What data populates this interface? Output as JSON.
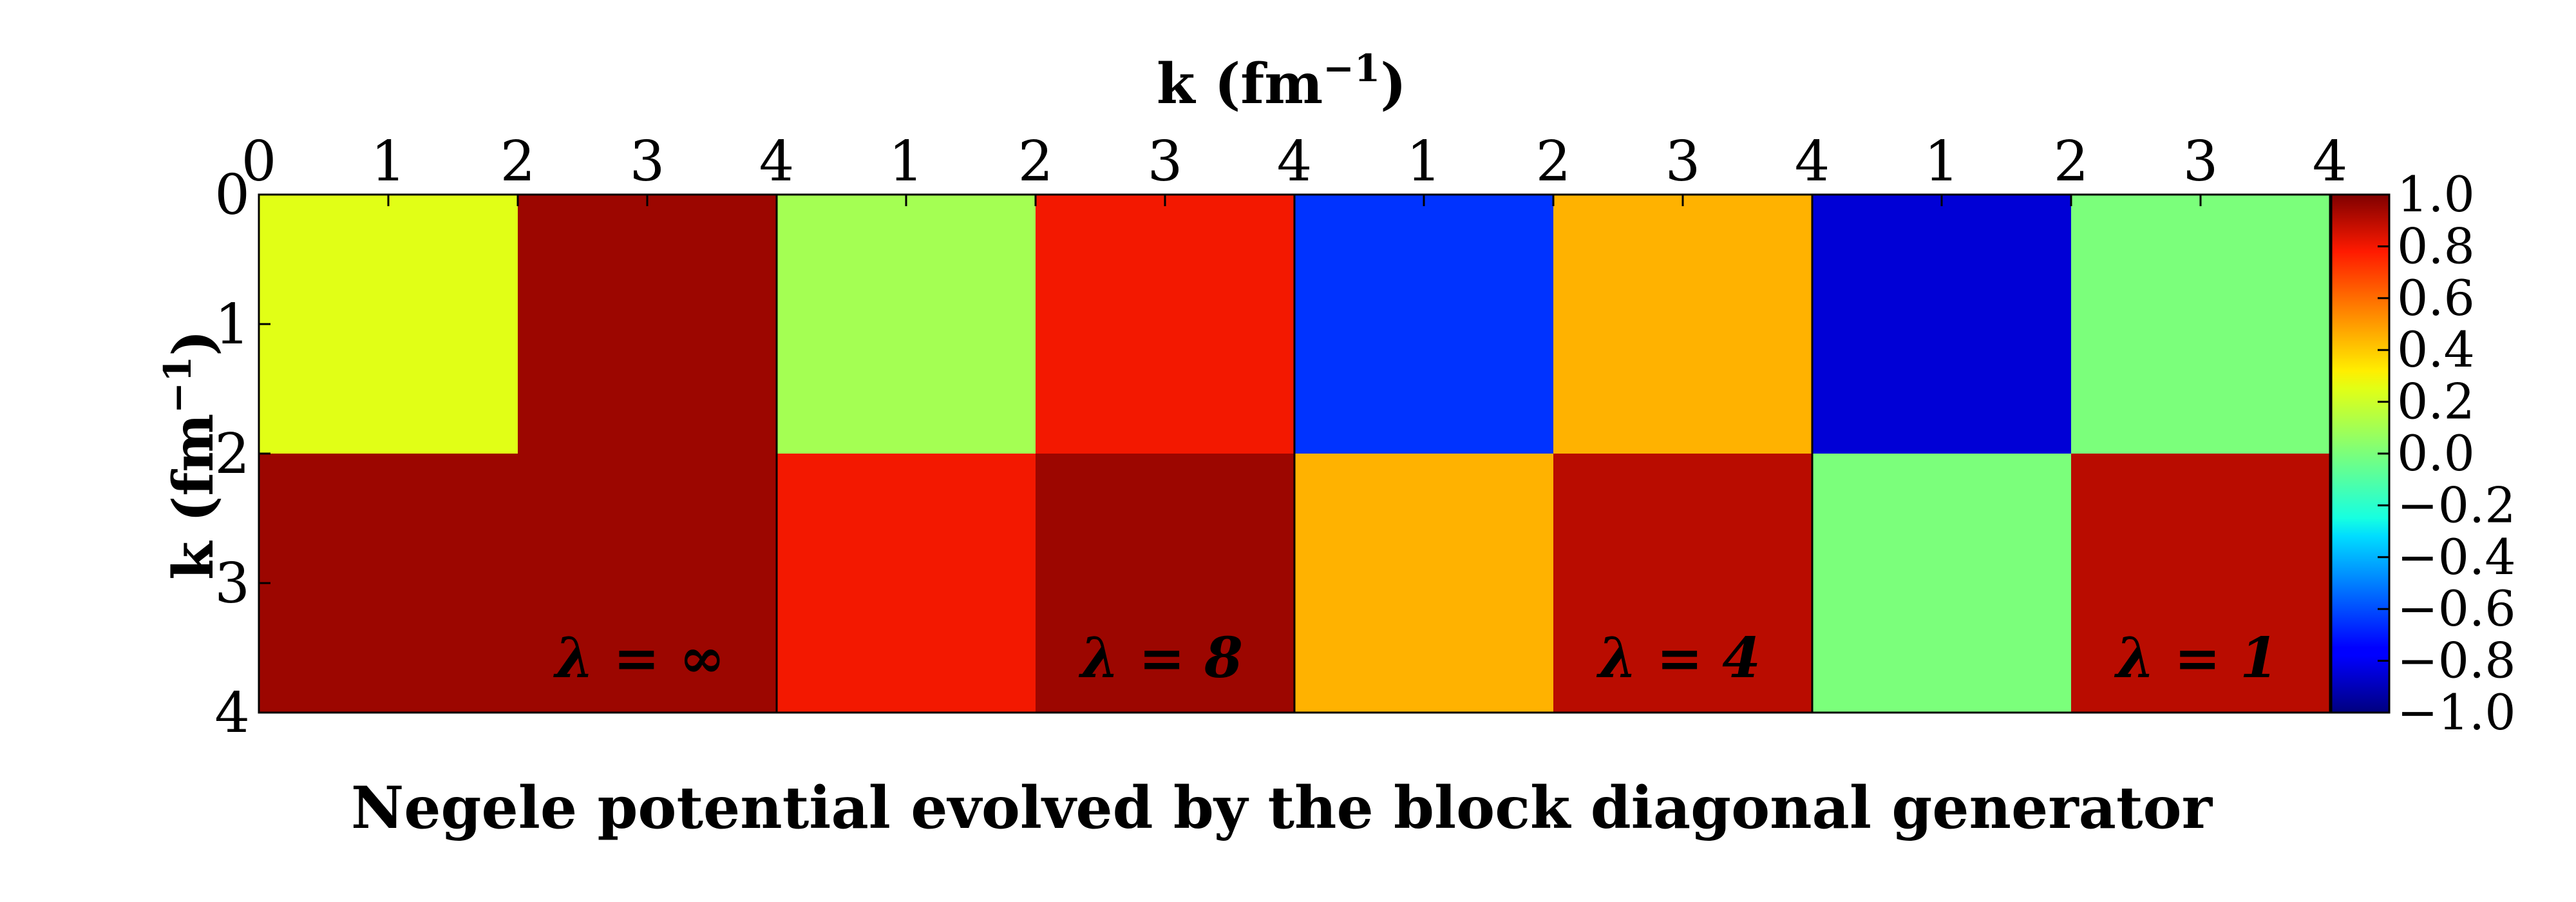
{
  "chart_data": {
    "type": "heatmap",
    "title": "Negele potential evolved by the block diagonal generator",
    "xlabel_main": "k (fm",
    "xlabel_sup": "−1",
    "xlabel_close": ")",
    "ylabel_main": "k (fm",
    "ylabel_sup": "−1",
    "ylabel_close": ")",
    "x_range": [
      0,
      4
    ],
    "y_range": [
      0,
      4
    ],
    "block_cutoff": 2,
    "panels": [
      {
        "label": "λ = ∞",
        "x_ticks": [
          "0",
          "1",
          "2",
          "3",
          "4"
        ],
        "regions": {
          "low_low": 0.25,
          "low_high": 0.95,
          "high_high": 0.95
        }
      },
      {
        "label": "λ = 8",
        "x_ticks": [
          "1",
          "2",
          "3",
          "4"
        ],
        "regions": {
          "low_low": 0.1,
          "low_high": 0.8,
          "high_high": 0.95
        }
      },
      {
        "label": "λ = 4",
        "x_ticks": [
          "1",
          "2",
          "3",
          "4"
        ],
        "regions": {
          "low_low": -0.65,
          "low_high": 0.45,
          "high_high": 0.9
        }
      },
      {
        "label": "λ = 1",
        "x_ticks": [
          "1",
          "2",
          "3",
          "4"
        ],
        "regions": {
          "low_low": -0.85,
          "low_high": 0.0,
          "high_high": 0.9
        }
      }
    ],
    "y_ticks": [
      "0",
      "1",
      "2",
      "3",
      "4"
    ],
    "colorbar": {
      "range": [
        -1.0,
        1.0
      ],
      "ticks": [
        "1.0",
        "0.8",
        "0.6",
        "0.4",
        "0.2",
        "0.0",
        "−0.2",
        "−0.4",
        "−0.6",
        "−0.8",
        "−1.0"
      ],
      "colormap": "jet"
    }
  }
}
